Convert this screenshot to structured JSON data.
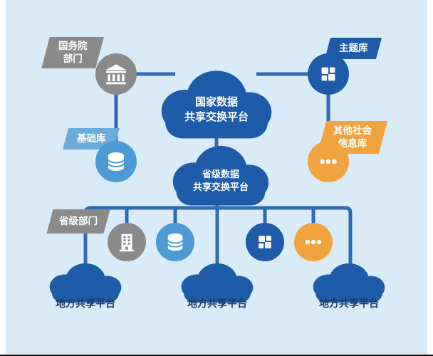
{
  "diagram": {
    "national_cloud": {
      "line1": "国家数据",
      "line2": "共享交换平台"
    },
    "provincial_cloud": {
      "line1": "省级数据",
      "line2": "共享交换平台"
    },
    "local_clouds": [
      {
        "label": "地方共享平台"
      },
      {
        "label": "地方共享平台"
      },
      {
        "label": "地方共享平台"
      }
    ],
    "labels": {
      "state_council_line1": "国务院",
      "state_council_line2": "部门",
      "basic_db": "基础库",
      "theme_db": "主题库",
      "other_social_line1": "其他社会",
      "other_social_line2": "信息库",
      "provincial_dept": "省级部门"
    },
    "icons": {
      "gov": "bank-icon",
      "basic_db": "database-icon",
      "theme_db": "grid-icon",
      "other_social": "dots-icon",
      "provincial_dept": "building-icon"
    },
    "colors": {
      "background": "#d8ebf7",
      "dark_blue": "#1e5ba8",
      "light_blue": "#4d9ad4",
      "label_light_blue": "#6aabdc",
      "gray": "#8a8a8a",
      "orange": "#f0a33e",
      "line_blue": "#2e6bb2",
      "local_label_text": "#1b3a66"
    }
  }
}
